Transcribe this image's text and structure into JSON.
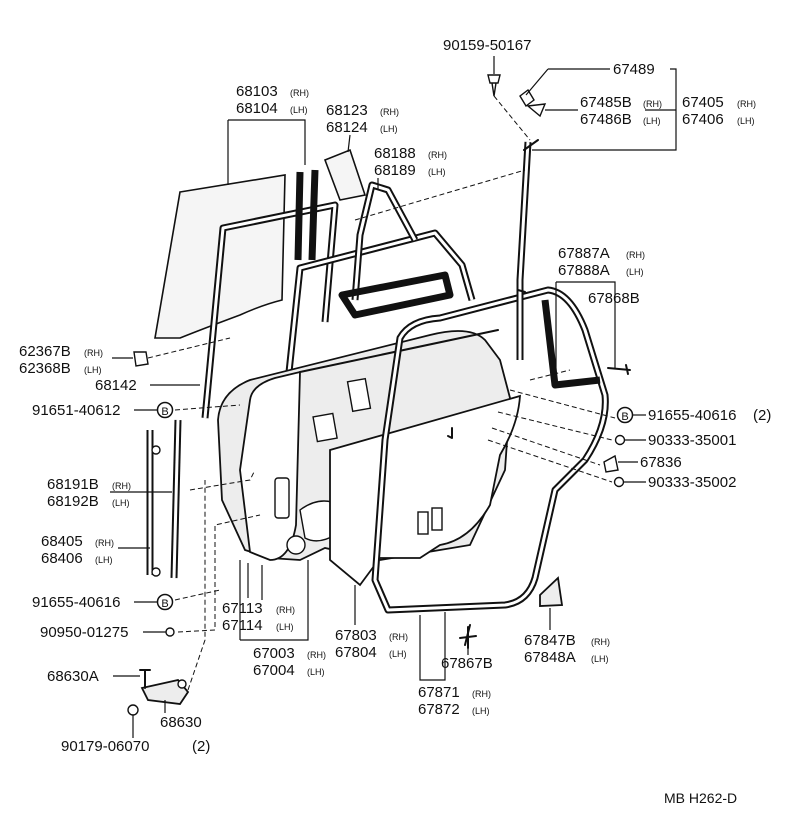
{
  "labels": {
    "l90159": "90159-50167",
    "l67489": "67489",
    "l67485b": "67485B",
    "l67486b": "67486B",
    "l67405": "67405",
    "l67406": "67406",
    "l68103": "68103",
    "l68104": "68104",
    "l68123": "68123",
    "l68124": "68124",
    "l68188": "68188",
    "l68189": "68189",
    "l67887a": "67887A",
    "l67888a": "67888A",
    "l67868b": "67868B",
    "l62367b": "62367B",
    "l62368b": "62368B",
    "l68142": "68142",
    "l91651": "91651-40612",
    "l91655r": "91655-40616",
    "l91655r_qty": "(2)",
    "l90333a": "90333-35001",
    "l67836": "67836",
    "l90333b": "90333-35002",
    "l68191b": "68191B",
    "l68192b": "68192B",
    "l68405": "68405",
    "l68406": "68406",
    "l91655l": "91655-40616",
    "l90950": "90950-01275",
    "l67113": "67113",
    "l67114": "67114",
    "l67003": "67003",
    "l67004": "67004",
    "l67803": "67803",
    "l67804": "67804",
    "l67847b": "67847B",
    "l67848a": "67848A",
    "l67867b": "67867B",
    "l68630a": "68630A",
    "l68630": "68630",
    "l67871": "67871",
    "l67872": "67872",
    "l90179": "90179-06070",
    "l90179_qty": "(2)",
    "rh": "(RH)",
    "lh": "(LH)",
    "b_marker": "B",
    "diagram_code": "MB H262-D"
  }
}
